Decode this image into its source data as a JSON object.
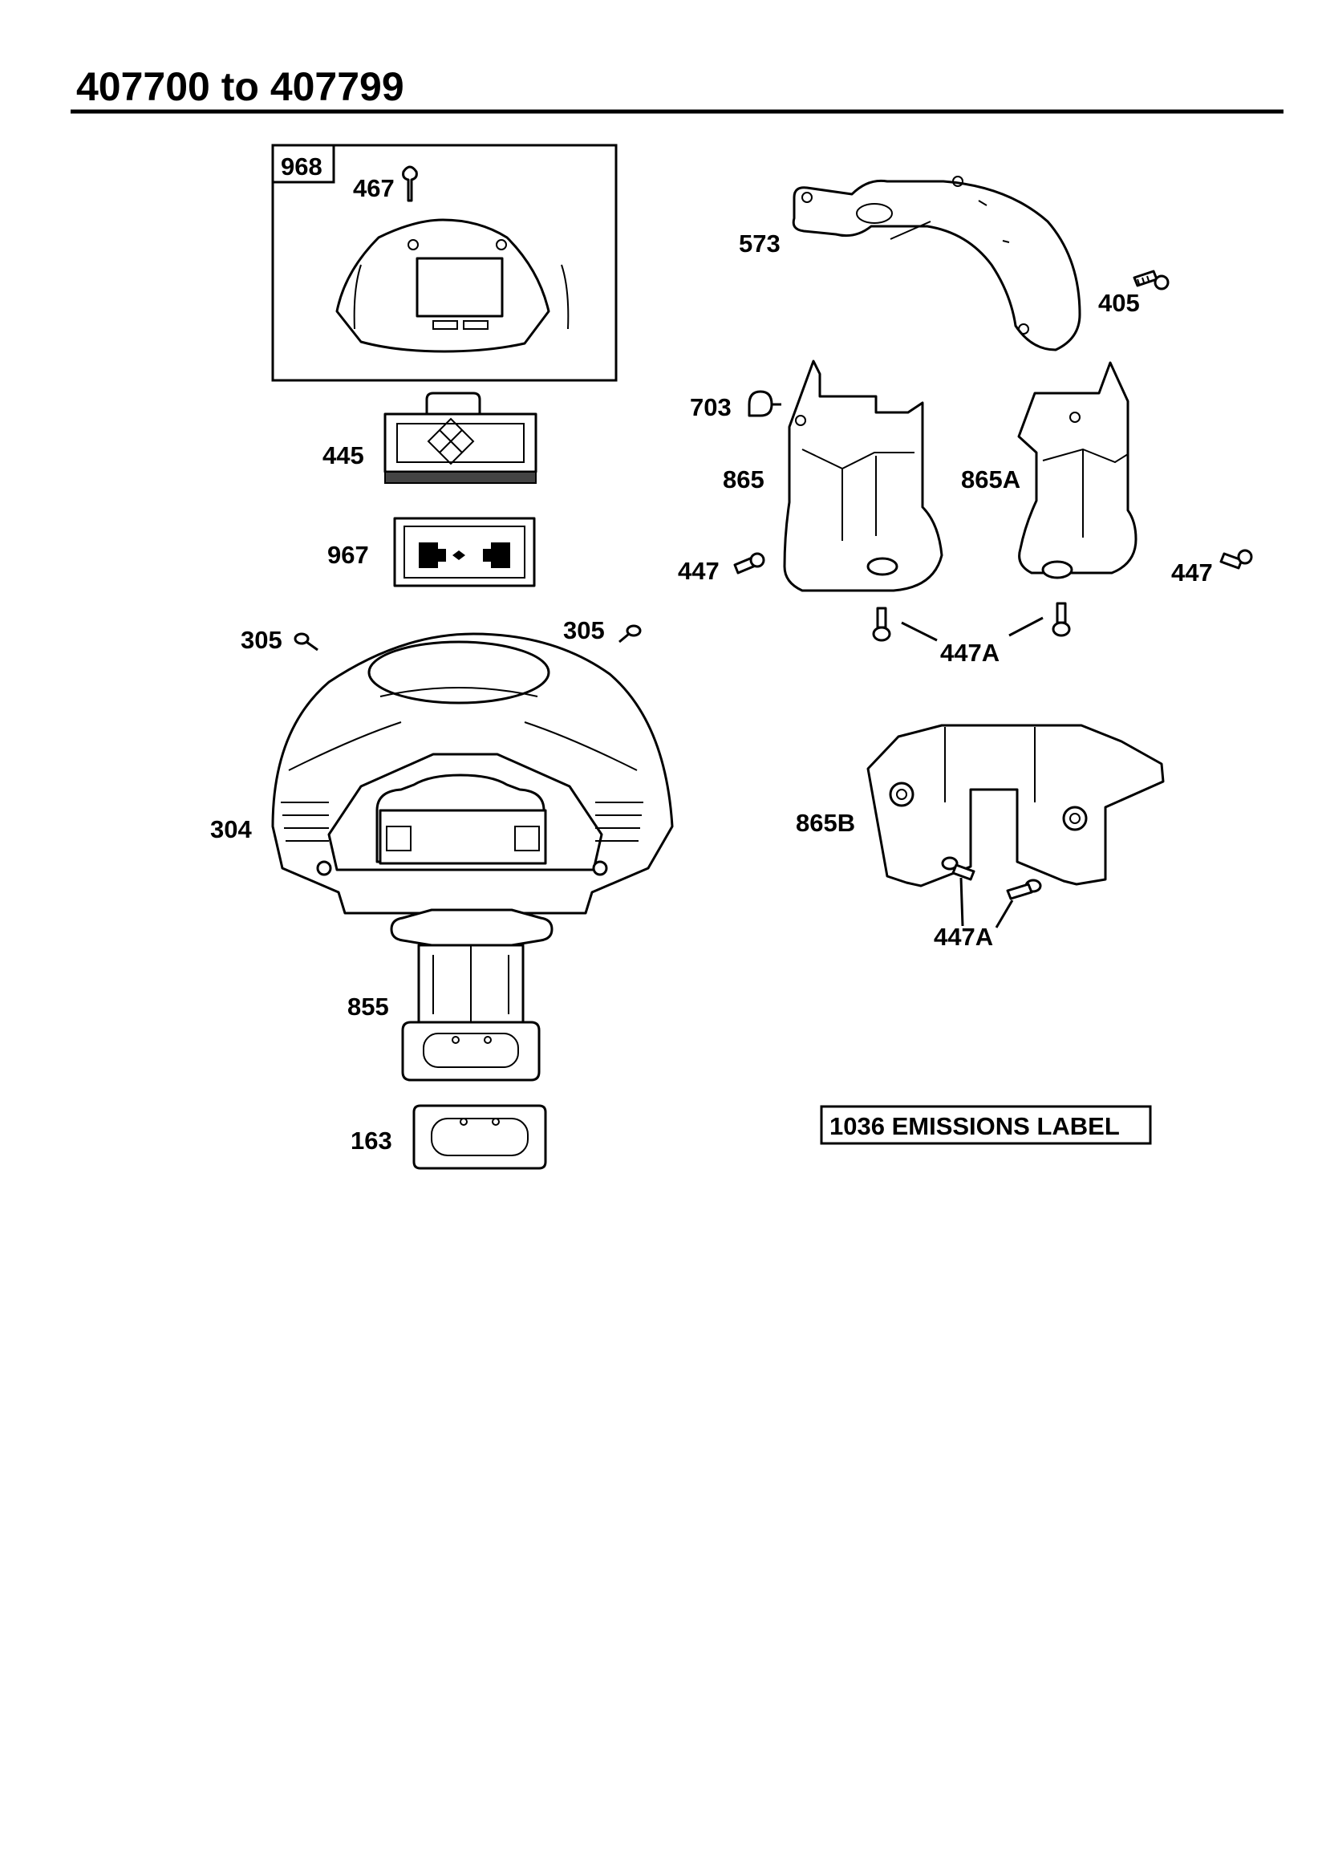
{
  "page": {
    "title": "407700 to 407799"
  },
  "callouts": {
    "p968": "968",
    "p467": "467",
    "p445": "445",
    "p967": "967",
    "p305a": "305",
    "p305b": "305",
    "p304": "304",
    "p855": "855",
    "p163": "163",
    "p573": "573",
    "p405": "405",
    "p703": "703",
    "p865": "865",
    "p865A": "865A",
    "p447a": "447",
    "p447b": "447",
    "p447A_top": "447A",
    "p865B": "865B",
    "p447A_bottom": "447A"
  },
  "emissions_label": "1036 EMISSIONS LABEL"
}
